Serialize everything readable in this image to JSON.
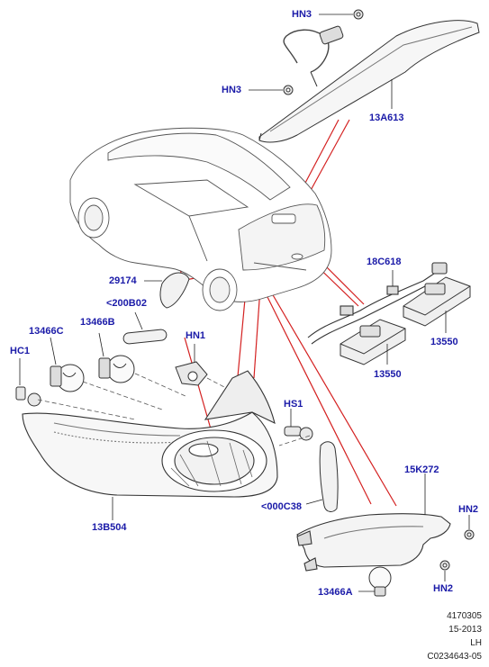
{
  "callouts": {
    "hn3_top": "HN3",
    "hn3_mid": "HN3",
    "p13A613": "13A613",
    "p18C618": "18C618",
    "p13550_right": "13550",
    "p13550_bottom": "13550",
    "p29174": "29174",
    "p200B02": "<200B02",
    "p13466C": "13466C",
    "p13466B": "13466B",
    "hn1": "HN1",
    "hc1": "HC1",
    "hs1": "HS1",
    "p13B504": "13B504",
    "p000C38": "<000C38",
    "p15K272": "15K272",
    "hn2_right": "HN2",
    "hn2_bottom": "HN2",
    "p13466A": "13466A"
  },
  "footer": {
    "line1": "4170305",
    "line2": "15-2013",
    "line3": "LH",
    "line4": "C0234643-05"
  },
  "colors": {
    "callout_text": "#1a1aa8",
    "leader_lines": "#d42020",
    "outline": "#333333"
  }
}
